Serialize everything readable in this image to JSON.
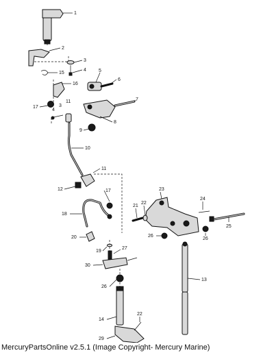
{
  "callouts": [
    "1",
    "2",
    "3",
    "4",
    "15",
    "5",
    "6",
    "16",
    "17",
    "3",
    "4",
    "11",
    "7",
    "8",
    "9",
    "10",
    "11",
    "12",
    "17",
    "23",
    "22",
    "24",
    "21",
    "18",
    "25",
    "26",
    "26",
    "20",
    "19",
    "27",
    "30",
    "13",
    "26",
    "14",
    "22",
    "29"
  ],
  "footer": "MercuryPartsOnline v2.5.1 (Image Copyright- Mercury Marine)"
}
